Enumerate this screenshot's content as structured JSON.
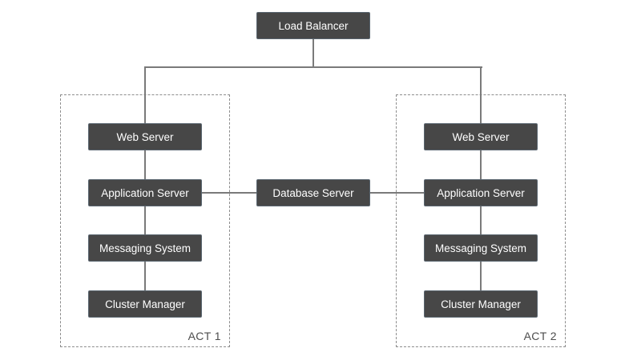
{
  "diagram": {
    "nodes": {
      "load_balancer": {
        "label": "Load Balancer"
      },
      "database_server": {
        "label": "Database Server"
      },
      "web_server_1": {
        "label": "Web Server"
      },
      "application_server_1": {
        "label": "Application Server"
      },
      "messaging_system_1": {
        "label": "Messaging System"
      },
      "cluster_manager_1": {
        "label": "Cluster Manager"
      },
      "web_server_2": {
        "label": "Web Server"
      },
      "application_server_2": {
        "label": "Application Server"
      },
      "messaging_system_2": {
        "label": "Messaging System"
      },
      "cluster_manager_2": {
        "label": "Cluster Manager"
      }
    },
    "groups": {
      "act1": {
        "label": "ACT 1"
      },
      "act2": {
        "label": "ACT 2"
      }
    },
    "edges": [
      "load_balancer -> web_server_1",
      "load_balancer -> web_server_2",
      "web_server_1 -> application_server_1",
      "application_server_1 -> messaging_system_1",
      "messaging_system_1 -> cluster_manager_1",
      "application_server_1 -> database_server",
      "database_server -> application_server_2",
      "web_server_2 -> application_server_2",
      "application_server_2 -> messaging_system_2",
      "messaging_system_2 -> cluster_manager_2"
    ],
    "colors": {
      "background": "#ffffff",
      "node_fill": "#474747",
      "node_border": "#5a6670",
      "node_text": "#ffffff",
      "connector": "#7a7a7a",
      "group_border": "#8c8c8c",
      "group_label": "#4d4d4d"
    }
  }
}
